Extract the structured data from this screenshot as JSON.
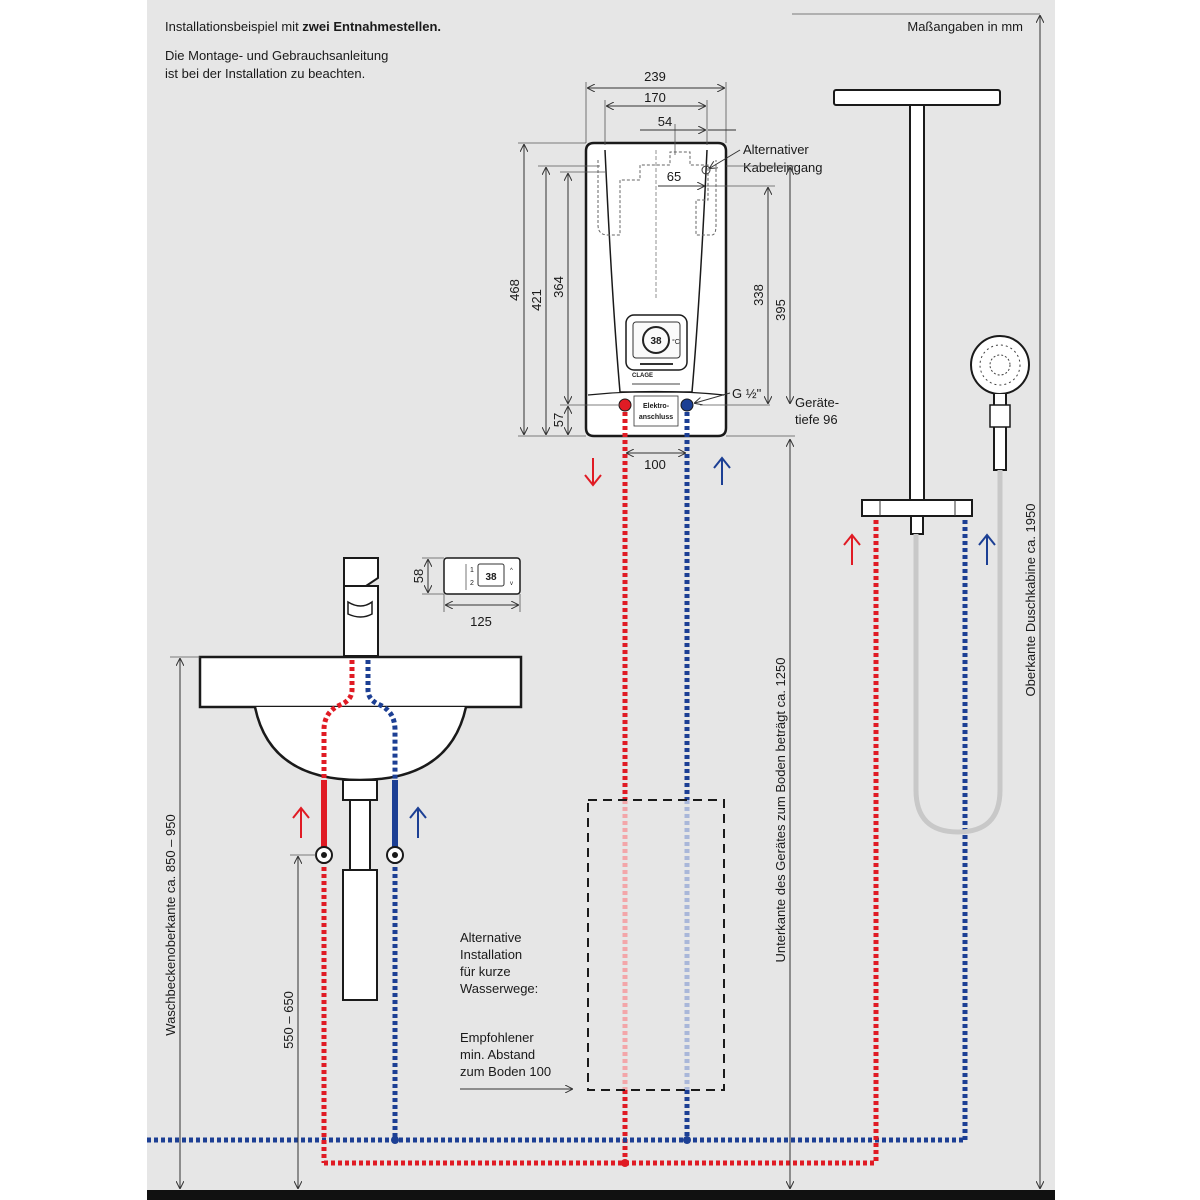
{
  "header": {
    "intro_prefix": "Installationsbeispiel mit ",
    "intro_bold": "zwei Entnahmestellen.",
    "note_line1": "Die Montage- und Gebrauchsanleitung",
    "note_line2": "ist bei der Installation zu beachten.",
    "units": "Maßangaben in mm"
  },
  "heater": {
    "width_total": "239",
    "width_mid": "170",
    "width_small": "54",
    "cable_offset": "65",
    "alt_cable_line1": "Alternativer",
    "alt_cable_line2": "Kabeleingang",
    "height_468": "468",
    "height_421": "421",
    "height_364": "364",
    "height_57": "57",
    "height_338": "338",
    "height_395": "395",
    "thread": "G ½\"",
    "depth_line1": "Geräte-",
    "depth_line2": "tiefe 96",
    "pipe_spacing": "100",
    "elektro_line1": "Elektro-",
    "elektro_line2": "anschluss",
    "brand": "CLAGE",
    "display_temp": "38",
    "display_unit": "°C"
  },
  "remote": {
    "height": "58",
    "width": "125",
    "display_temp": "38",
    "key1": "1",
    "key2": "2"
  },
  "labels": {
    "basin_height": "Waschbeckenoberkante ca. 850 – 950",
    "valve_height": "550 – 650",
    "device_bottom": "Unterkante des Gerätes zum Boden beträgt ca. 1250",
    "shower_top": "Oberkante Duschkabine ca. 1950",
    "alt_install": [
      "Alternative",
      "Installation",
      "für kurze",
      "Wasserwege:"
    ],
    "recommended": [
      "Empfohlener",
      "min. Abstand",
      "zum Boden 100"
    ]
  },
  "colors": {
    "hot": "#e01b24",
    "cold": "#1c3f94"
  }
}
